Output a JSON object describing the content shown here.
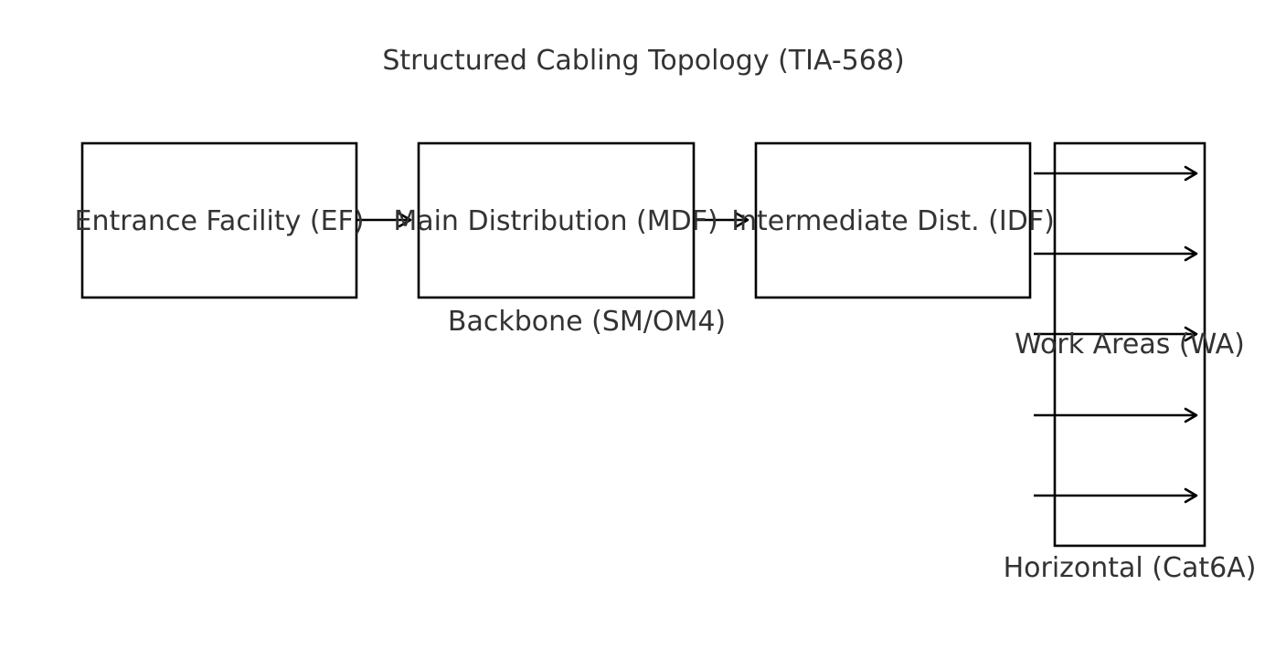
{
  "title": "Structured Cabling Topology (TIA-568)",
  "nodes": {
    "entrance_facility": "Entrance Facility (EF)",
    "main_distribution": "Main Distribution (MDF)",
    "intermediate_dist": "Intermediate Dist. (IDF)",
    "work_areas": "Work Areas (WA)"
  },
  "segments": {
    "backbone": "Backbone (SM/OM4)",
    "horizontal": "Horizontal (Cat6A)"
  },
  "colors": {
    "stroke": "#000000",
    "text": "#333333",
    "background": "#ffffff"
  }
}
